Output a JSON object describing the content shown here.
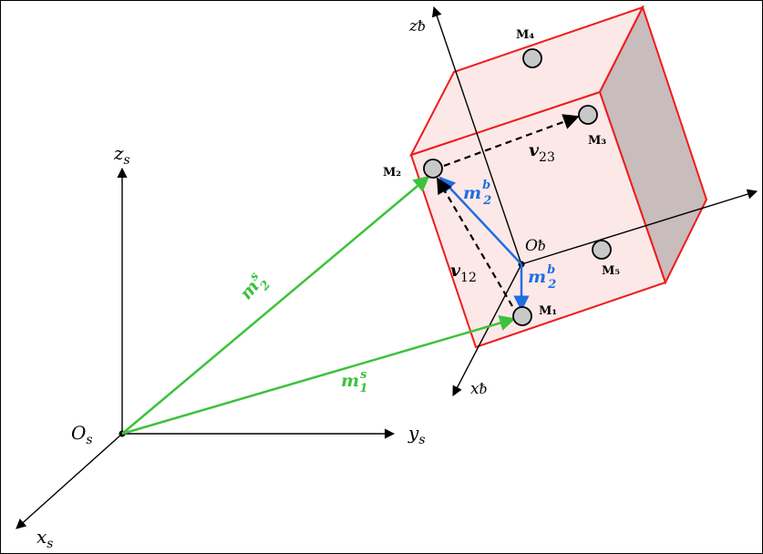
{
  "colors": {
    "cube_edge": "#ee1c1c",
    "cube_fill": "#fde8e8",
    "cube_side": "#c9bcbc",
    "green": "#3cc23c",
    "blue": "#1f6fe0",
    "marker_fill": "#c8c8c8"
  },
  "frame_s": {
    "origin": {
      "base": "O",
      "sub": "s"
    },
    "z": {
      "base": "z",
      "sub": "s"
    },
    "y": {
      "base": "y",
      "sub": "s"
    },
    "x": {
      "base": "x",
      "sub": "s"
    }
  },
  "frame_b": {
    "origin": "Oᵬ",
    "z": "zᵬ",
    "x": "xᵬ"
  },
  "markers": {
    "m1": "M₁",
    "m2": "M₂",
    "m3": "M₃",
    "m4": "M₄",
    "m5": "M₅"
  },
  "vectors": {
    "ms2": {
      "base": "m",
      "sub": "2",
      "sup": "s"
    },
    "ms1": {
      "base": "m",
      "sub": "1",
      "sup": "s"
    },
    "mb2_upper": {
      "base": "m",
      "sub": "2",
      "sup": "b"
    },
    "mb2_lower": {
      "base": "m",
      "sub": "2",
      "sup": "b"
    },
    "v12": {
      "base": "v",
      "sub": "12"
    },
    "v23": {
      "base": "v",
      "sub": "23"
    }
  }
}
